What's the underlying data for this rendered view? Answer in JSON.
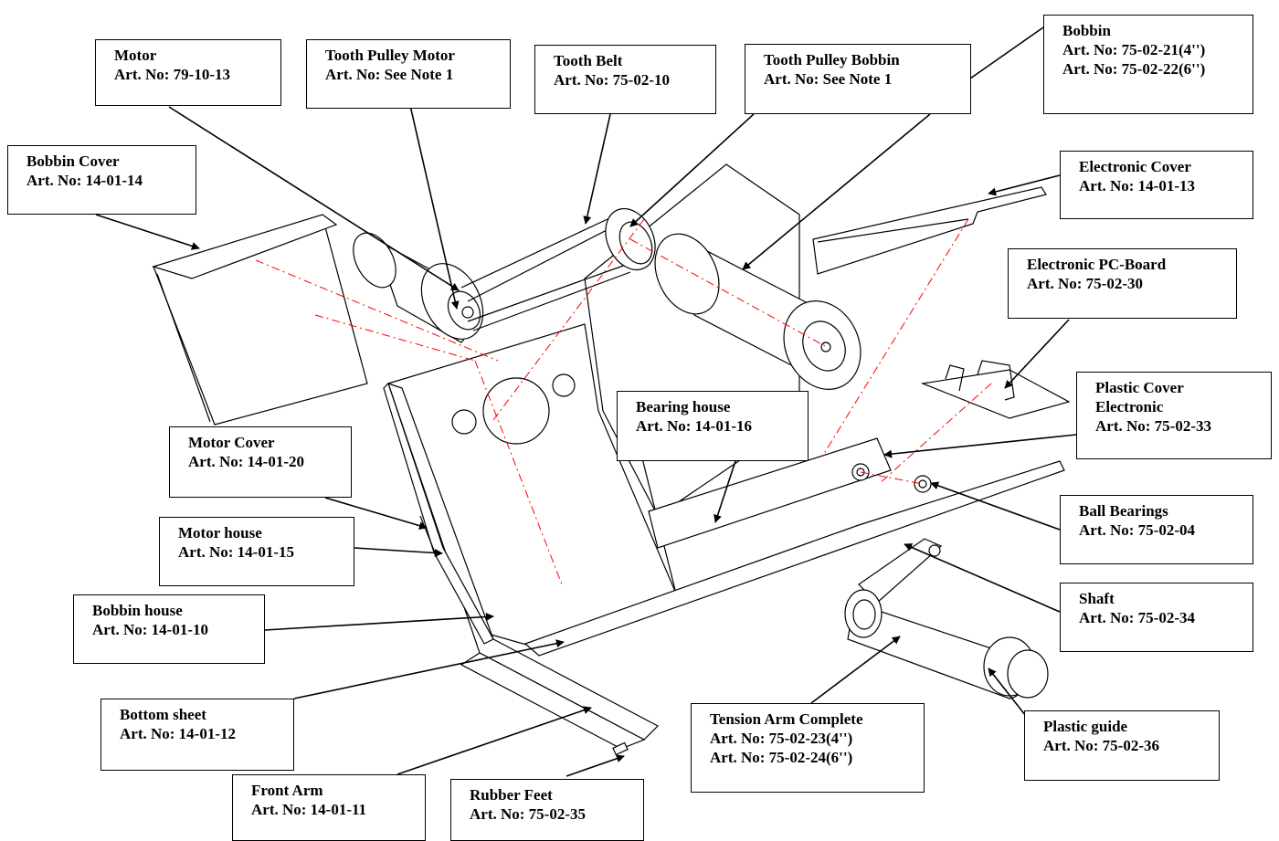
{
  "colors": {
    "outline": "#000000",
    "center_lines": "#ff0000",
    "background": "#ffffff"
  },
  "callouts": {
    "motor": {
      "name": "Motor",
      "art": "Art. No: 79-10-13"
    },
    "tooth_pulley_motor": {
      "name": "Tooth Pulley Motor",
      "art": "Art. No: See Note 1"
    },
    "tooth_belt": {
      "name": "Tooth Belt",
      "art": "Art. No: 75-02-10"
    },
    "tooth_pulley_bobbin": {
      "name": "Tooth Pulley Bobbin",
      "art": "Art. No: See Note 1"
    },
    "bobbin": {
      "name": "Bobbin",
      "art": "Art. No: 75-02-21(4'')",
      "art2": "Art. No: 75-02-22(6'')"
    },
    "bobbin_cover": {
      "name": "Bobbin Cover",
      "art": "Art. No: 14-01-14"
    },
    "electronic_cover": {
      "name": "Electronic Cover",
      "art": "Art. No: 14-01-13"
    },
    "electronic_pc_board": {
      "name": "Electronic PC-Board",
      "art": "Art. No: 75-02-30"
    },
    "plastic_cover_electronic": {
      "name": "Plastic Cover",
      "name2": "Electronic",
      "art": "Art. No: 75-02-33"
    },
    "bearing_house": {
      "name": "Bearing house",
      "art": "Art. No: 14-01-16"
    },
    "motor_cover": {
      "name": "Motor Cover",
      "art": "Art. No: 14-01-20"
    },
    "motor_house": {
      "name": "Motor house",
      "art": "Art. No: 14-01-15"
    },
    "ball_bearings": {
      "name": "Ball Bearings",
      "art": "Art. No: 75-02-04"
    },
    "shaft": {
      "name": "Shaft",
      "art": "Art. No: 75-02-34"
    },
    "bobbin_house": {
      "name": "Bobbin house",
      "art": "Art. No: 14-01-10"
    },
    "bottom_sheet": {
      "name": "Bottom sheet",
      "art": "Art. No: 14-01-12"
    },
    "tension_arm_complete": {
      "name": "Tension Arm Complete",
      "art": "Art. No: 75-02-23(4'')",
      "art2": "Art. No: 75-02-24(6'')"
    },
    "plastic_guide": {
      "name": "Plastic guide",
      "art": "Art. No: 75-02-36"
    },
    "front_arm": {
      "name": "Front Arm",
      "art": "Art. No: 14-01-11"
    },
    "rubber_feet": {
      "name": "Rubber Feet",
      "art": "Art. No: 75-02-35"
    }
  }
}
